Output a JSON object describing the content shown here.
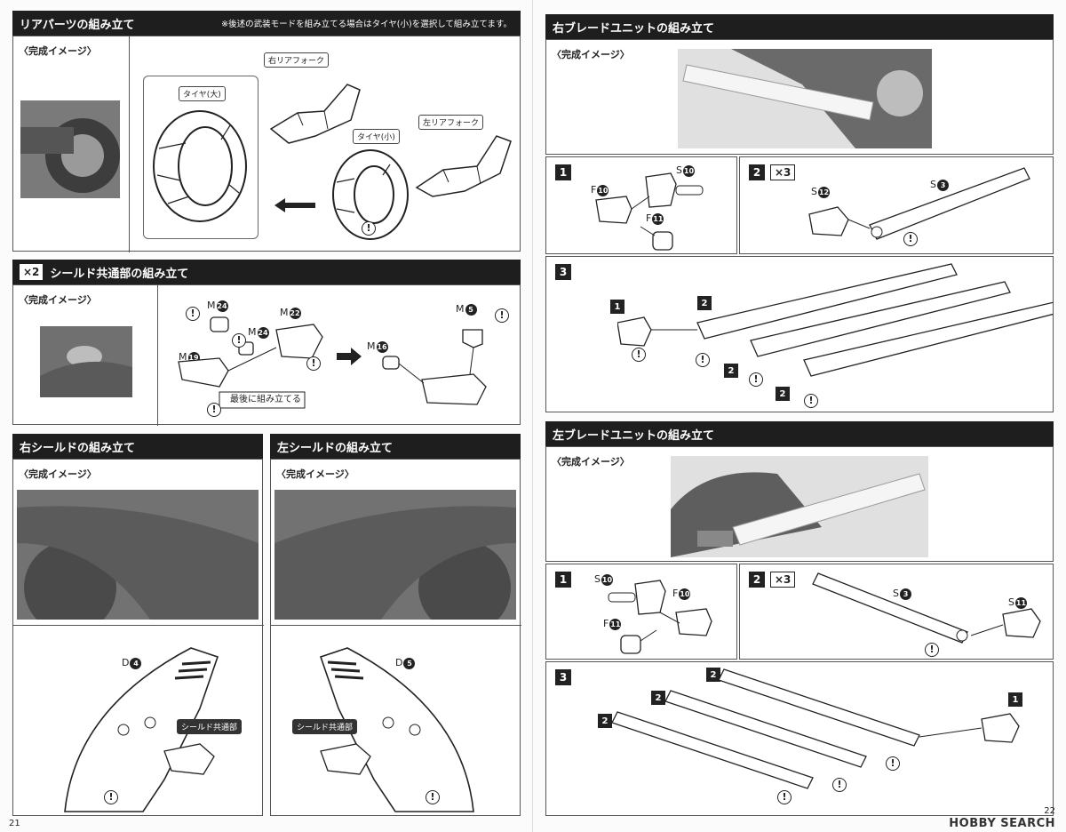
{
  "left": {
    "rear": {
      "title": "リアパーツの組み立て",
      "note": "※後述の武装モードを組み立てる場合はタイヤ(小)を選択して組み立てます。",
      "complete": "〈完成イメージ〉",
      "tire_large": "タイヤ(大)",
      "tire_small": "タイヤ(小)",
      "right_fork": "右リアフォーク",
      "left_fork": "左リアフォーク"
    },
    "shield_common": {
      "multiplier": "×2",
      "title": "シールド共通部の組み立て",
      "complete": "〈完成イメージ〉",
      "last_note": "最後に組み立てる",
      "parts": {
        "m24a": {
          "letter": "M",
          "num": "24"
        },
        "m24b": {
          "letter": "M",
          "num": "24"
        },
        "m22": {
          "letter": "M",
          "num": "22"
        },
        "m19": {
          "letter": "M",
          "num": "19"
        },
        "m16": {
          "letter": "M",
          "num": "16"
        },
        "m5": {
          "letter": "M",
          "num": "5"
        }
      }
    },
    "right_shield": {
      "title": "右シールドの組み立て",
      "complete": "〈完成イメージ〉",
      "part": {
        "letter": "D",
        "num": "4"
      },
      "common": "シールド共通部"
    },
    "left_shield": {
      "title": "左シールドの組み立て",
      "complete": "〈完成イメージ〉",
      "part": {
        "letter": "D",
        "num": "5"
      },
      "common": "シールド共通部"
    },
    "page_number": "21"
  },
  "right": {
    "right_blade": {
      "title": "右ブレードユニットの組み立て",
      "complete": "〈完成イメージ〉",
      "step1": "1",
      "step2": "2",
      "step3": "3",
      "times3": "×3",
      "s10": {
        "letter": "S",
        "num": "10"
      },
      "f10": {
        "letter": "F",
        "num": "10"
      },
      "f11": {
        "letter": "F",
        "num": "11"
      },
      "s12": {
        "letter": "S",
        "num": "12"
      },
      "s3": {
        "letter": "S",
        "num": "3"
      }
    },
    "left_blade": {
      "title": "左ブレードユニットの組み立て",
      "complete": "〈完成イメージ〉",
      "step1": "1",
      "step2": "2",
      "step3": "3",
      "times3": "×3",
      "s10": {
        "letter": "S",
        "num": "10"
      },
      "f10": {
        "letter": "F",
        "num": "10"
      },
      "f11": {
        "letter": "F",
        "num": "11"
      },
      "s3": {
        "letter": "S",
        "num": "3"
      },
      "s11": {
        "letter": "S",
        "num": "11"
      }
    },
    "page_number": "22",
    "logo": "HOBBY SEARCH"
  },
  "warning_mark": "!"
}
